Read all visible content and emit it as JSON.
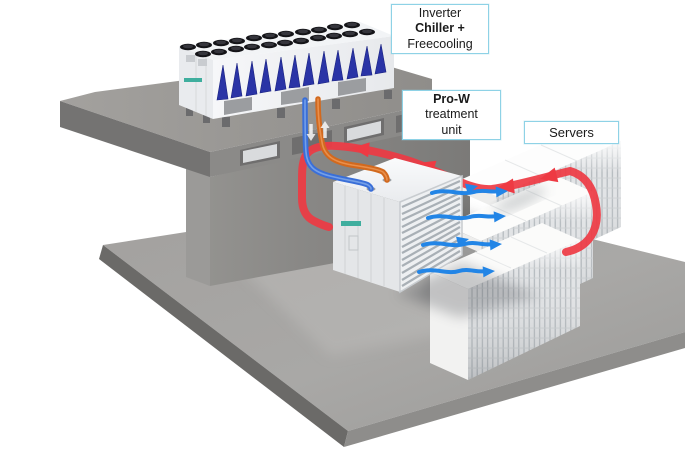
{
  "diagram": {
    "labels": {
      "chiller": {
        "line1": "Inverter",
        "line2": "Chiller +",
        "line3": "Freecooling"
      },
      "treatment_unit": {
        "line1": "Pro-W",
        "line2": "treatment",
        "line3": "unit"
      },
      "servers": {
        "line1": "Servers"
      }
    },
    "colors": {
      "background": "#ffffff",
      "label_border": "#8ed2e6",
      "label_text": "#1a1a1a",
      "hot_flow_red": "#ee3a43",
      "cold_air_blue": "#2285e6",
      "pipe_supply_blue": "#3a6fd8",
      "pipe_return_orange": "#d2691e",
      "coil_blue": "#2a34a6",
      "brand_teal": "#3fae9e",
      "structure_gray": "#8b8a88",
      "floor_gray": "#a7a5a3"
    }
  }
}
